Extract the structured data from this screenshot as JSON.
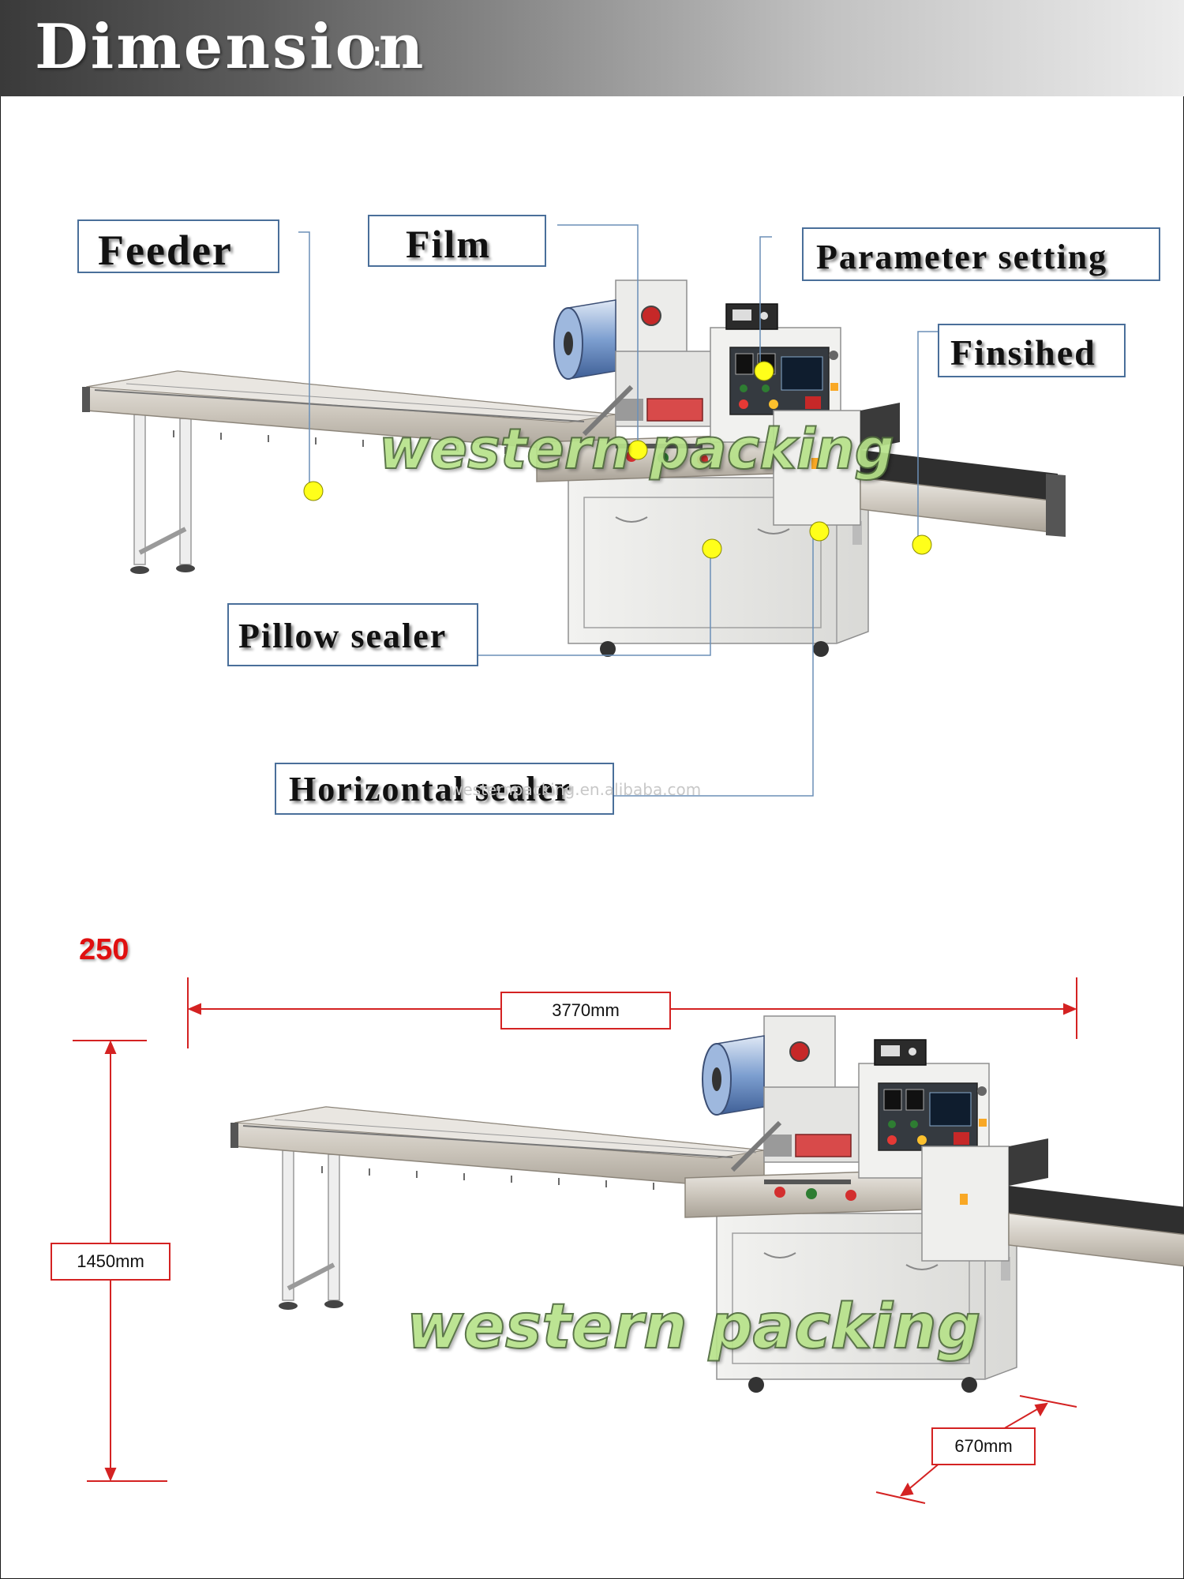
{
  "header": {
    "title": "Dimension",
    "colon": ":"
  },
  "callouts": {
    "feeder": "Feeder",
    "film": "Film",
    "parameter_setting": "Parameter setting",
    "finished": "Finsihed",
    "pillow_sealer": "Pillow sealer",
    "horizontal_sealer": "Horizontal sealer"
  },
  "watermarks": {
    "brand": "western packing",
    "site": "westernpacking.en.alibaba.com"
  },
  "dimensions": {
    "model": "250",
    "length": "3770mm",
    "height": "1450mm",
    "width": "670mm"
  },
  "colors": {
    "callout_border": "#4a6f9a",
    "marker": "#ffff1a",
    "dimension_line": "#d42222",
    "model_number": "#e01010",
    "watermark_fill": "#b7e28a"
  }
}
